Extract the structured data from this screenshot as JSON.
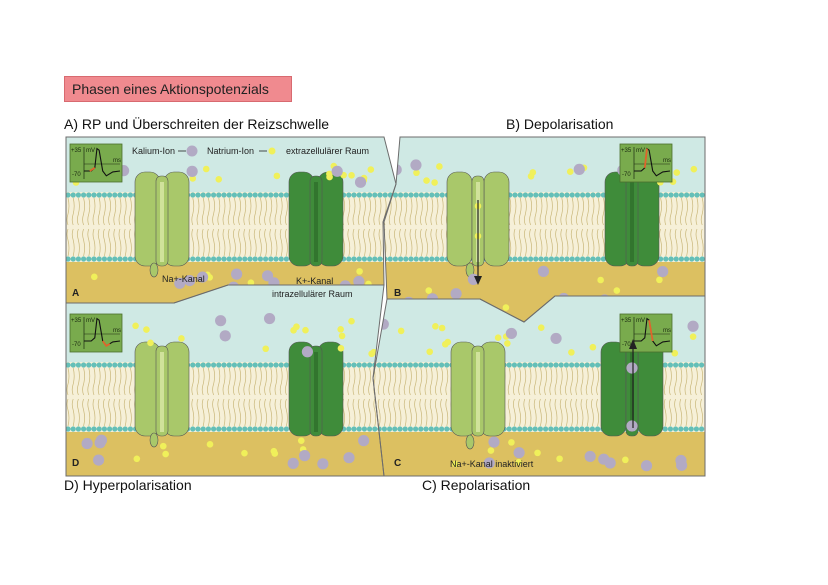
{
  "title": "Phasen eines Aktionspotenzials",
  "captions": {
    "a": "A) RP und Überschreiten der Reizschwelle",
    "b": "B) Depolarisation",
    "c": "C) Repolarisation",
    "d": "D) Hyperpolarisation"
  },
  "panels": {
    "a": {
      "letter": "A",
      "kalium": "Kalium-Ion",
      "natrium": "Natrium-Ion",
      "extra": "extrazellulärer Raum",
      "na_kanal": "Na+-Kanal",
      "k_kanal": "K+-Kanal",
      "intra": "intrazellulärer Raum"
    },
    "b": {
      "letter": "B"
    },
    "c": {
      "letter": "C",
      "na_inaktiv": "Na+-Kanal inaktiviert"
    },
    "d": {
      "letter": "D"
    }
  },
  "mini_graph": {
    "top_tick": "+35",
    "bottom_tick": "-70",
    "unit_y": "mV",
    "unit_x": "ms"
  },
  "colors": {
    "extracellular": "#cfe9e4",
    "intracellular": "#dcc061",
    "membrane_head": "#64bfb8",
    "na_channel": "#a9c86a",
    "k_channel": "#3f8c3a",
    "sodium_ion": "#f0f05a",
    "potassium_ion": "#b2aac4",
    "title_badge": "#f08a8f",
    "graph_bg": "#79ab4d",
    "highlight": "#e0642c"
  }
}
